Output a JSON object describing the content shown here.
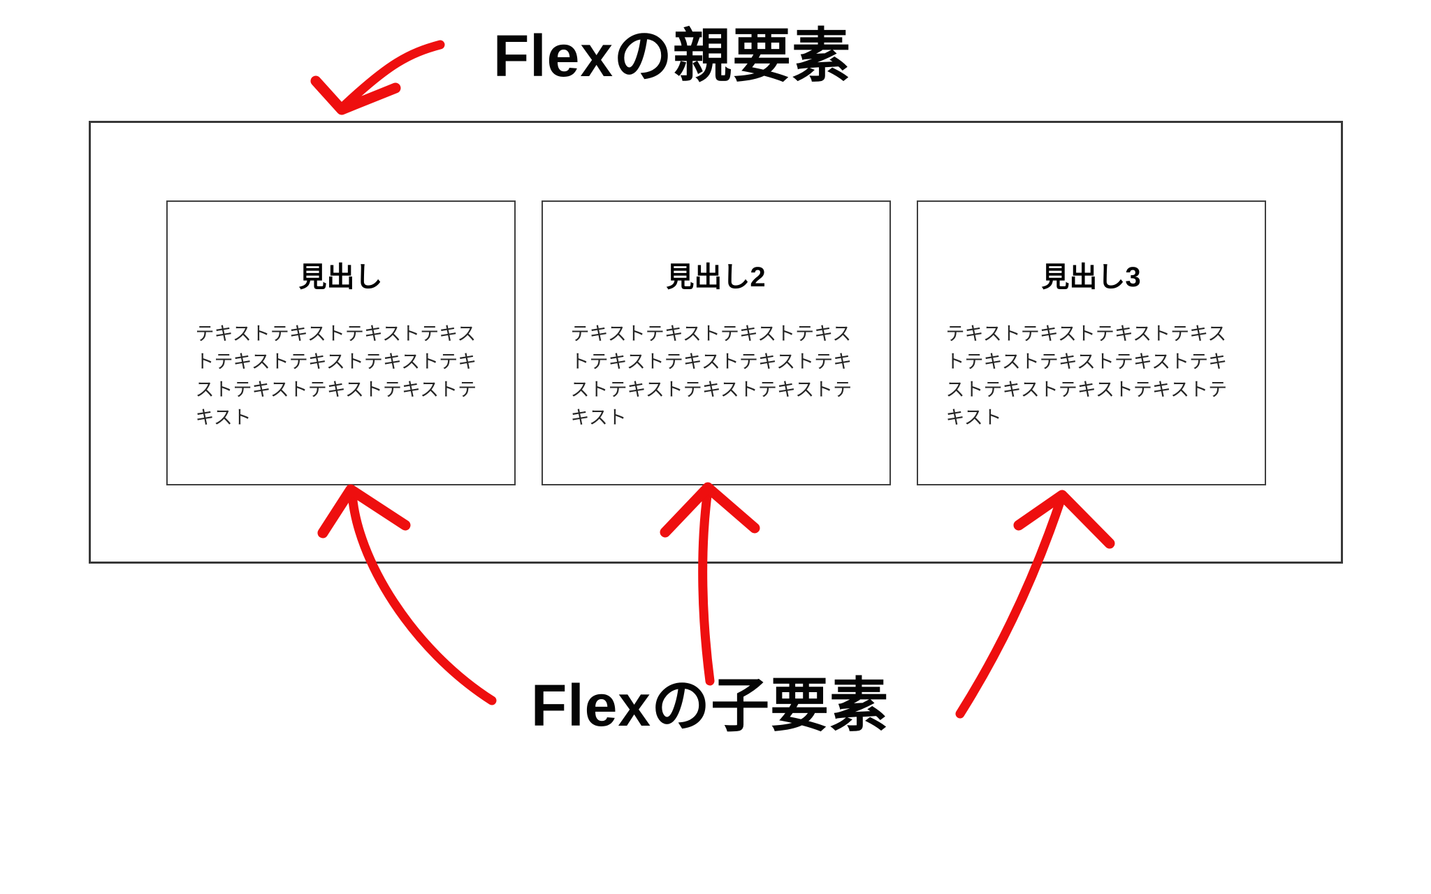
{
  "labels": {
    "parent": "Flexの親要素",
    "children": "Flexの子要素"
  },
  "parent_box": {
    "cards": [
      {
        "heading": "見出し",
        "body": "テキストテキストテキストテキストテキストテキストテキストテキストテキストテキストテキストテキスト"
      },
      {
        "heading": "見出し2",
        "body": "テキストテキストテキストテキストテキストテキストテキストテキストテキストテキストテキストテキスト"
      },
      {
        "heading": "見出し3",
        "body": "テキストテキストテキストテキストテキストテキストテキストテキストテキストテキストテキストテキスト"
      }
    ]
  },
  "colors": {
    "arrow_red": "#ee0f0f",
    "outer_border": "#383838",
    "card_border": "#3f3f3f",
    "label_text": "#050505",
    "body_text": "#262626"
  }
}
